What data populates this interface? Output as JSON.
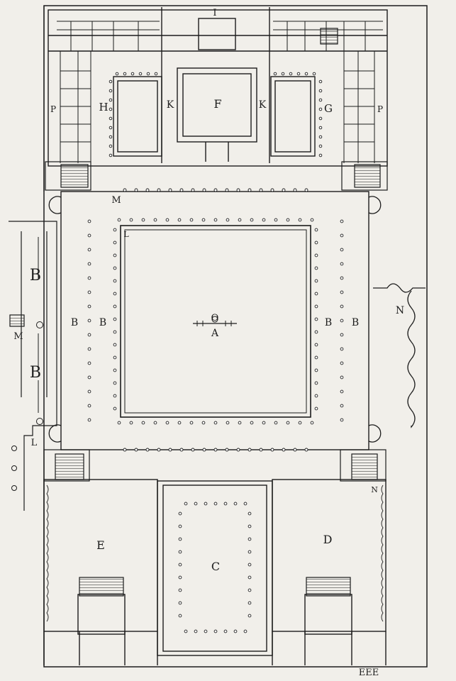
{
  "labels": {
    "I": "I",
    "P": "P",
    "H": "H",
    "K": "K",
    "F": "F",
    "G": "G",
    "M": "M",
    "L": "L",
    "B": "B",
    "O": "O",
    "A": "A",
    "N": "N",
    "E": "E",
    "C": "C",
    "D": "D"
  },
  "page_marker": "EEE",
  "colors": {
    "ink": "#1c1c1c",
    "paper": "#f1efea"
  }
}
